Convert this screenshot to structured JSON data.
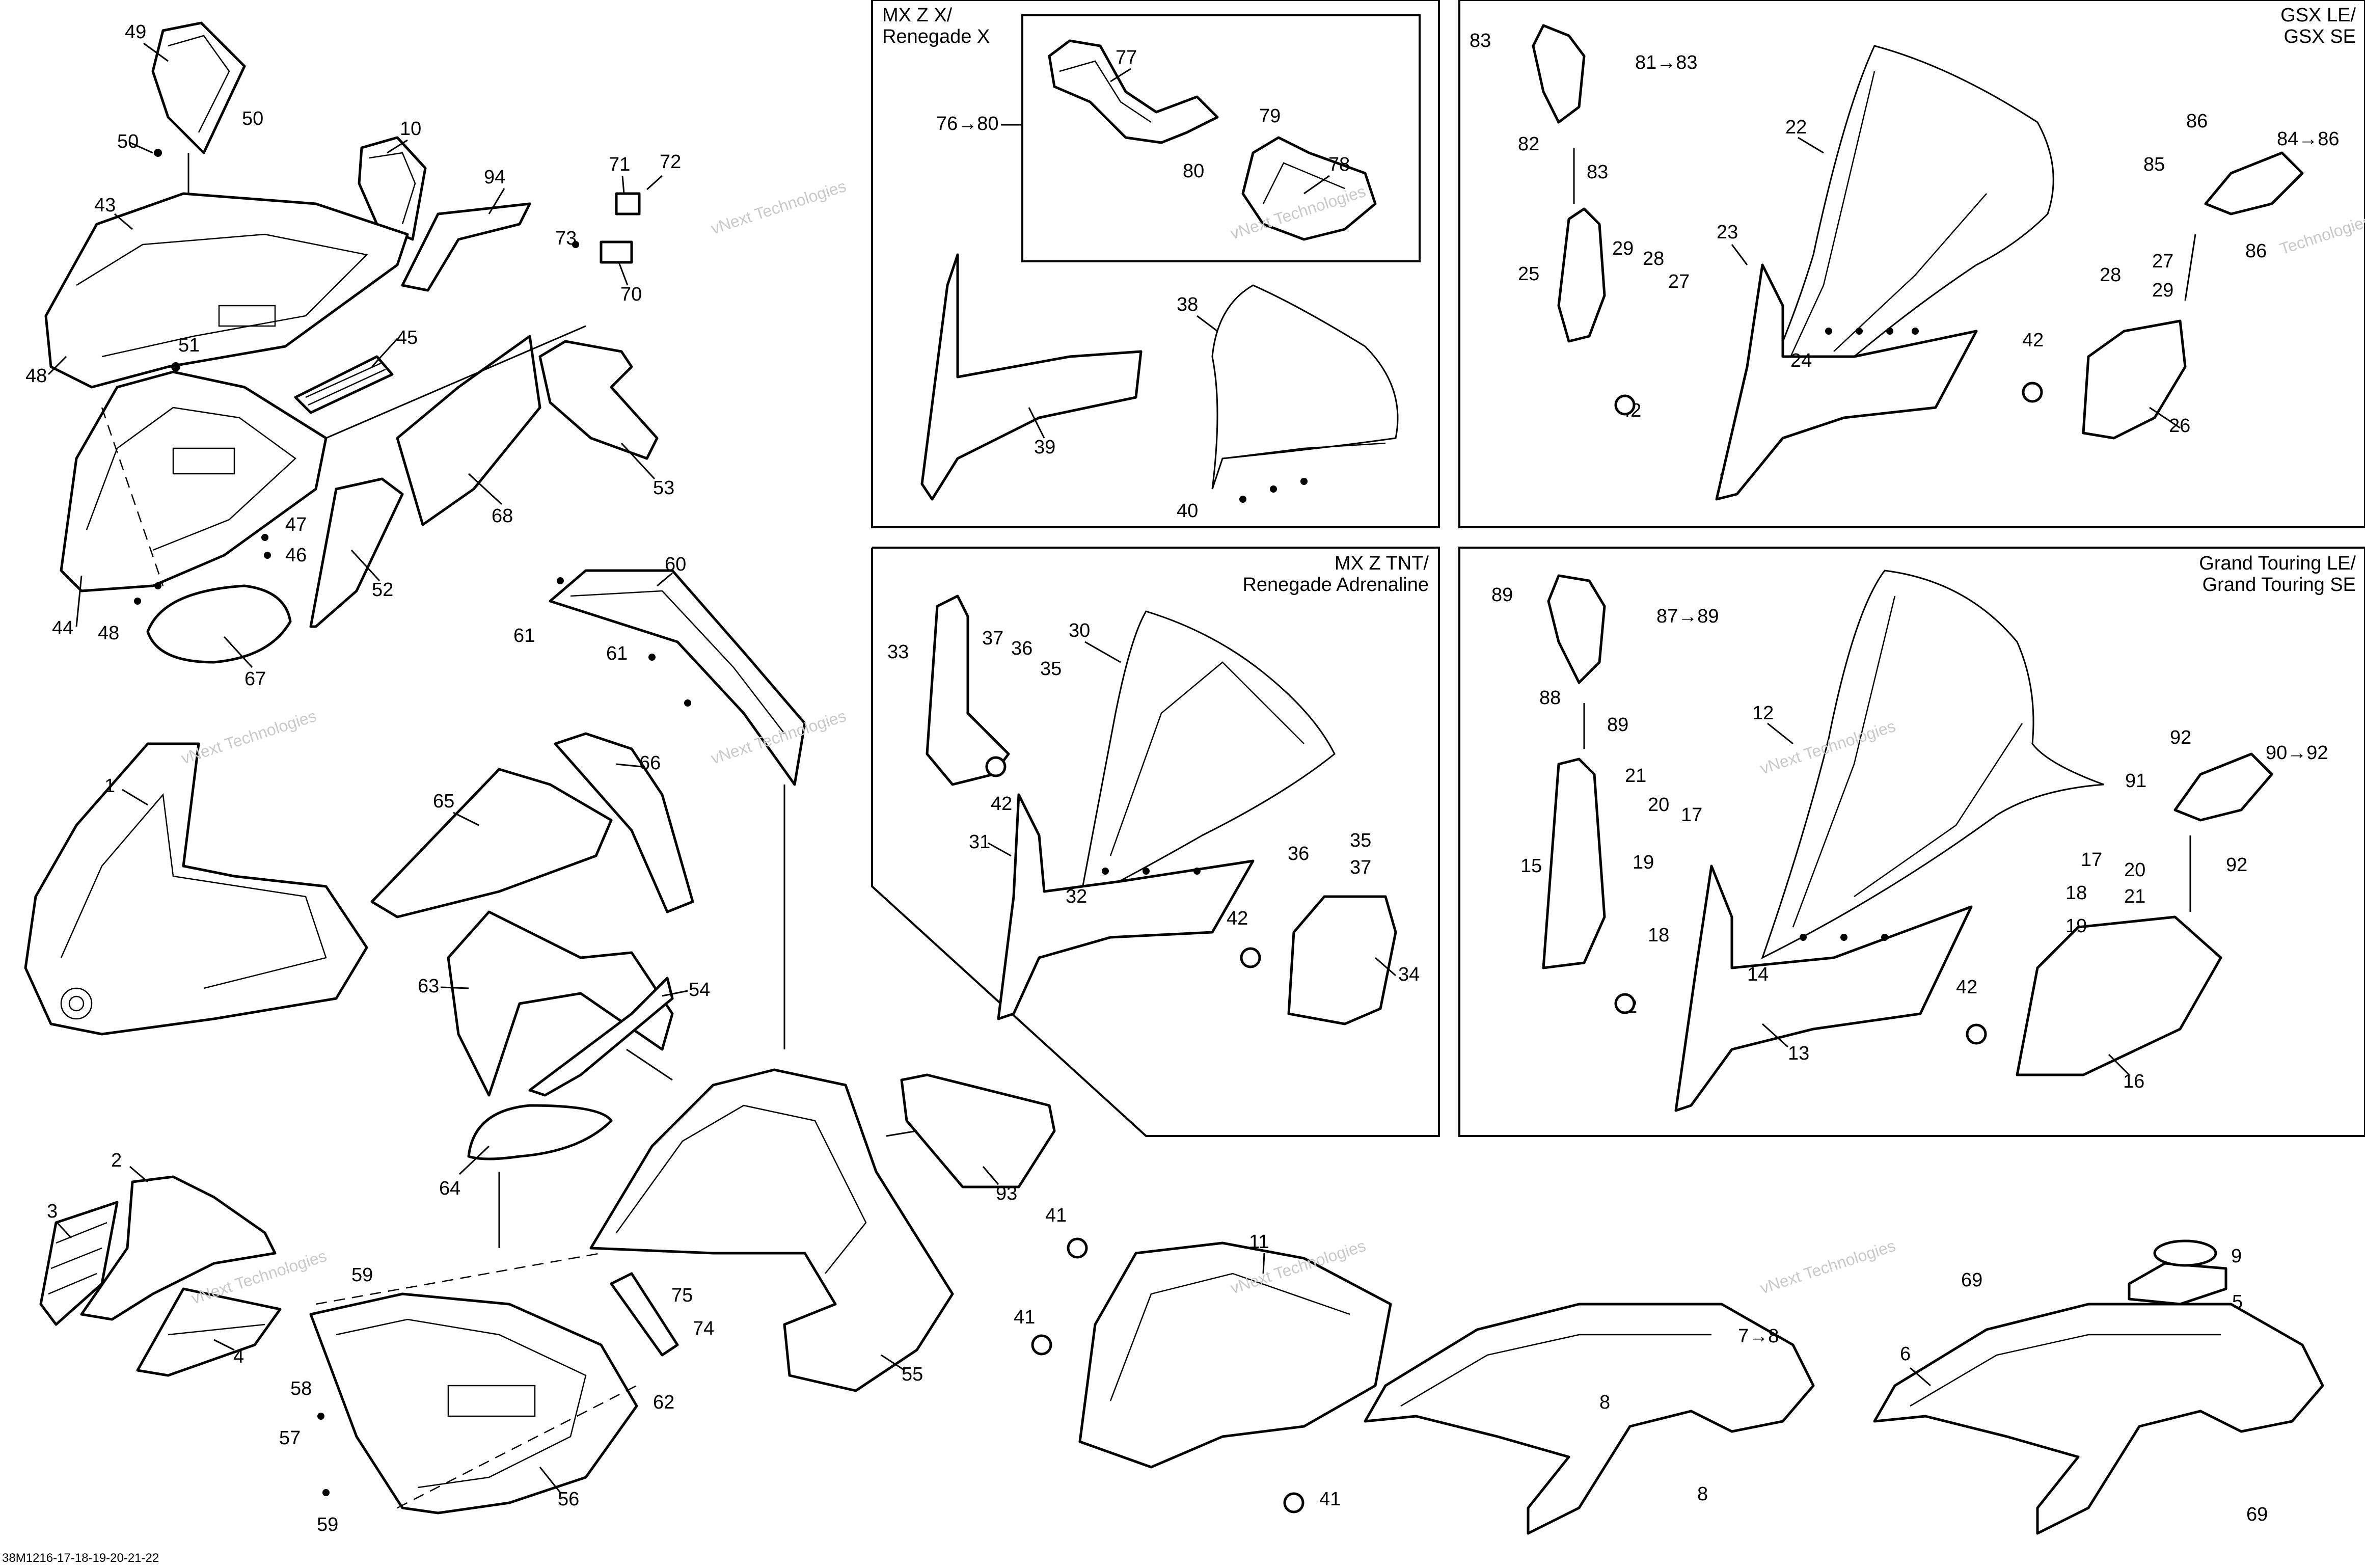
{
  "panels": [
    {
      "id": "mxzx",
      "title_lines": [
        "MX Z X/",
        "Renegade X"
      ]
    },
    {
      "id": "gsx",
      "title_lines": [
        "GSX LE/",
        "GSX SE"
      ]
    },
    {
      "id": "tnt",
      "title_lines": [
        "MX Z TNT/",
        "Renegade Adrenaline"
      ]
    },
    {
      "id": "gt",
      "title_lines": [
        "Grand Touring LE/",
        "Grand Touring SE"
      ]
    }
  ],
  "watermark": {
    "lines": [
      "vNext Technologies",
      "Technologies"
    ]
  },
  "diagram_code": "38M1216-17-18-19-20-21-22",
  "callouts": {
    "c1": "1",
    "c2": "2",
    "c3": "3",
    "c4": "4",
    "c5": "5",
    "c6": "6",
    "c7": "7→8",
    "c8": "8",
    "c8b": "8",
    "c9": "9",
    "c10": "10",
    "c11": "11",
    "c12": "12",
    "c13": "13",
    "c14": "14",
    "c15": "15",
    "c16": "16",
    "c17": "17",
    "c17b": "17",
    "c18": "18",
    "c18b": "18",
    "c19": "19",
    "c19b": "19",
    "c20": "20",
    "c20b": "20",
    "c21": "21",
    "c21b": "21",
    "c22": "22",
    "c23": "23",
    "c24": "24",
    "c25": "25",
    "c26": "26",
    "c27": "27",
    "c27b": "27",
    "c28": "28",
    "c28b": "28",
    "c29": "29",
    "c29b": "29",
    "c30": "30",
    "c31": "31",
    "c32": "32",
    "c33": "33",
    "c34": "34",
    "c35": "35",
    "c35b": "35",
    "c36": "36",
    "c36b": "36",
    "c37": "37",
    "c37b": "37",
    "c38": "38",
    "c39": "39",
    "c40": "40",
    "c41": "41",
    "c41b": "41",
    "c41c": "41",
    "c42": "42",
    "c42b": "42",
    "c42c": "42",
    "c42d": "42",
    "c42e": "42",
    "c43": "43",
    "c44": "44",
    "c45": "45",
    "c46": "46",
    "c47": "47",
    "c48": "48",
    "c48b": "48",
    "c49": "49",
    "c50": "50",
    "c50b": "50",
    "c51": "51",
    "c52": "52",
    "c53": "53",
    "c54": "54",
    "c55": "55",
    "c56": "56",
    "c57": "57",
    "c58": "58",
    "c59": "59",
    "c59b": "59",
    "c60": "60",
    "c61": "61",
    "c61b": "61",
    "c62": "62",
    "c63": "63",
    "c64": "64",
    "c65": "65",
    "c66": "66",
    "c67": "67",
    "c68": "68",
    "c69": "69",
    "c69b": "69",
    "c70": "70",
    "c71": "71",
    "c72": "72",
    "c73": "73",
    "c74": "74",
    "c75": "75",
    "c76": "76→80",
    "c77": "77",
    "c78": "78",
    "c79": "79",
    "c80": "80",
    "c81": "81→83",
    "c82": "82",
    "c83": "83",
    "c83b": "83",
    "c84": "84→86",
    "c85": "85",
    "c86": "86",
    "c86b": "86",
    "c87": "87→89",
    "c88": "88",
    "c89": "89",
    "c89b": "89",
    "c90": "90→92",
    "c91": "91",
    "c92": "92",
    "c92b": "92",
    "c93": "93",
    "c94": "94"
  }
}
